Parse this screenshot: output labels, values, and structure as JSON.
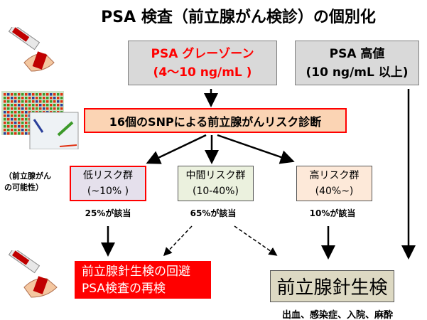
{
  "title": "PSA 検査（前立腺がん検診）の個別化",
  "grayzone": {
    "line1": "PSA グレーゾーン",
    "line2": "(4〜10 ng/mL )"
  },
  "high_psa": {
    "line1": "PSA 高値",
    "line2": "(10 ng/mL 以上)"
  },
  "snp_box": "16個のSNPによる前立腺がんリスク診断",
  "side_label": {
    "line1": "（前立腺がん",
    "line2": "の可能性）"
  },
  "risk_groups": [
    {
      "name": "低リスク群",
      "range": "(~10% )",
      "share": "25%が該当"
    },
    {
      "name": "中間リスク群",
      "range": "(10-40%)",
      "share": "65%が該当"
    },
    {
      "name": "高リスク群",
      "range": "(40%~)",
      "share": "10%が該当"
    }
  ],
  "avoid_box": {
    "line1": "前立腺針生検の回避",
    "line2": "PSA検査の再検"
  },
  "biopsy_box": "前立腺針生検",
  "biopsy_risks": "出血、感染症、入院、麻酔",
  "colors": {
    "red": "#ff0000",
    "gray": "#d9d9d9",
    "snp_bg": "#fbd4b4",
    "low_bg": "#e5e0ec",
    "mid_bg": "#ebf1de",
    "high_bg": "#fde9d9",
    "biopsy_bg": "#ddd9c3"
  }
}
